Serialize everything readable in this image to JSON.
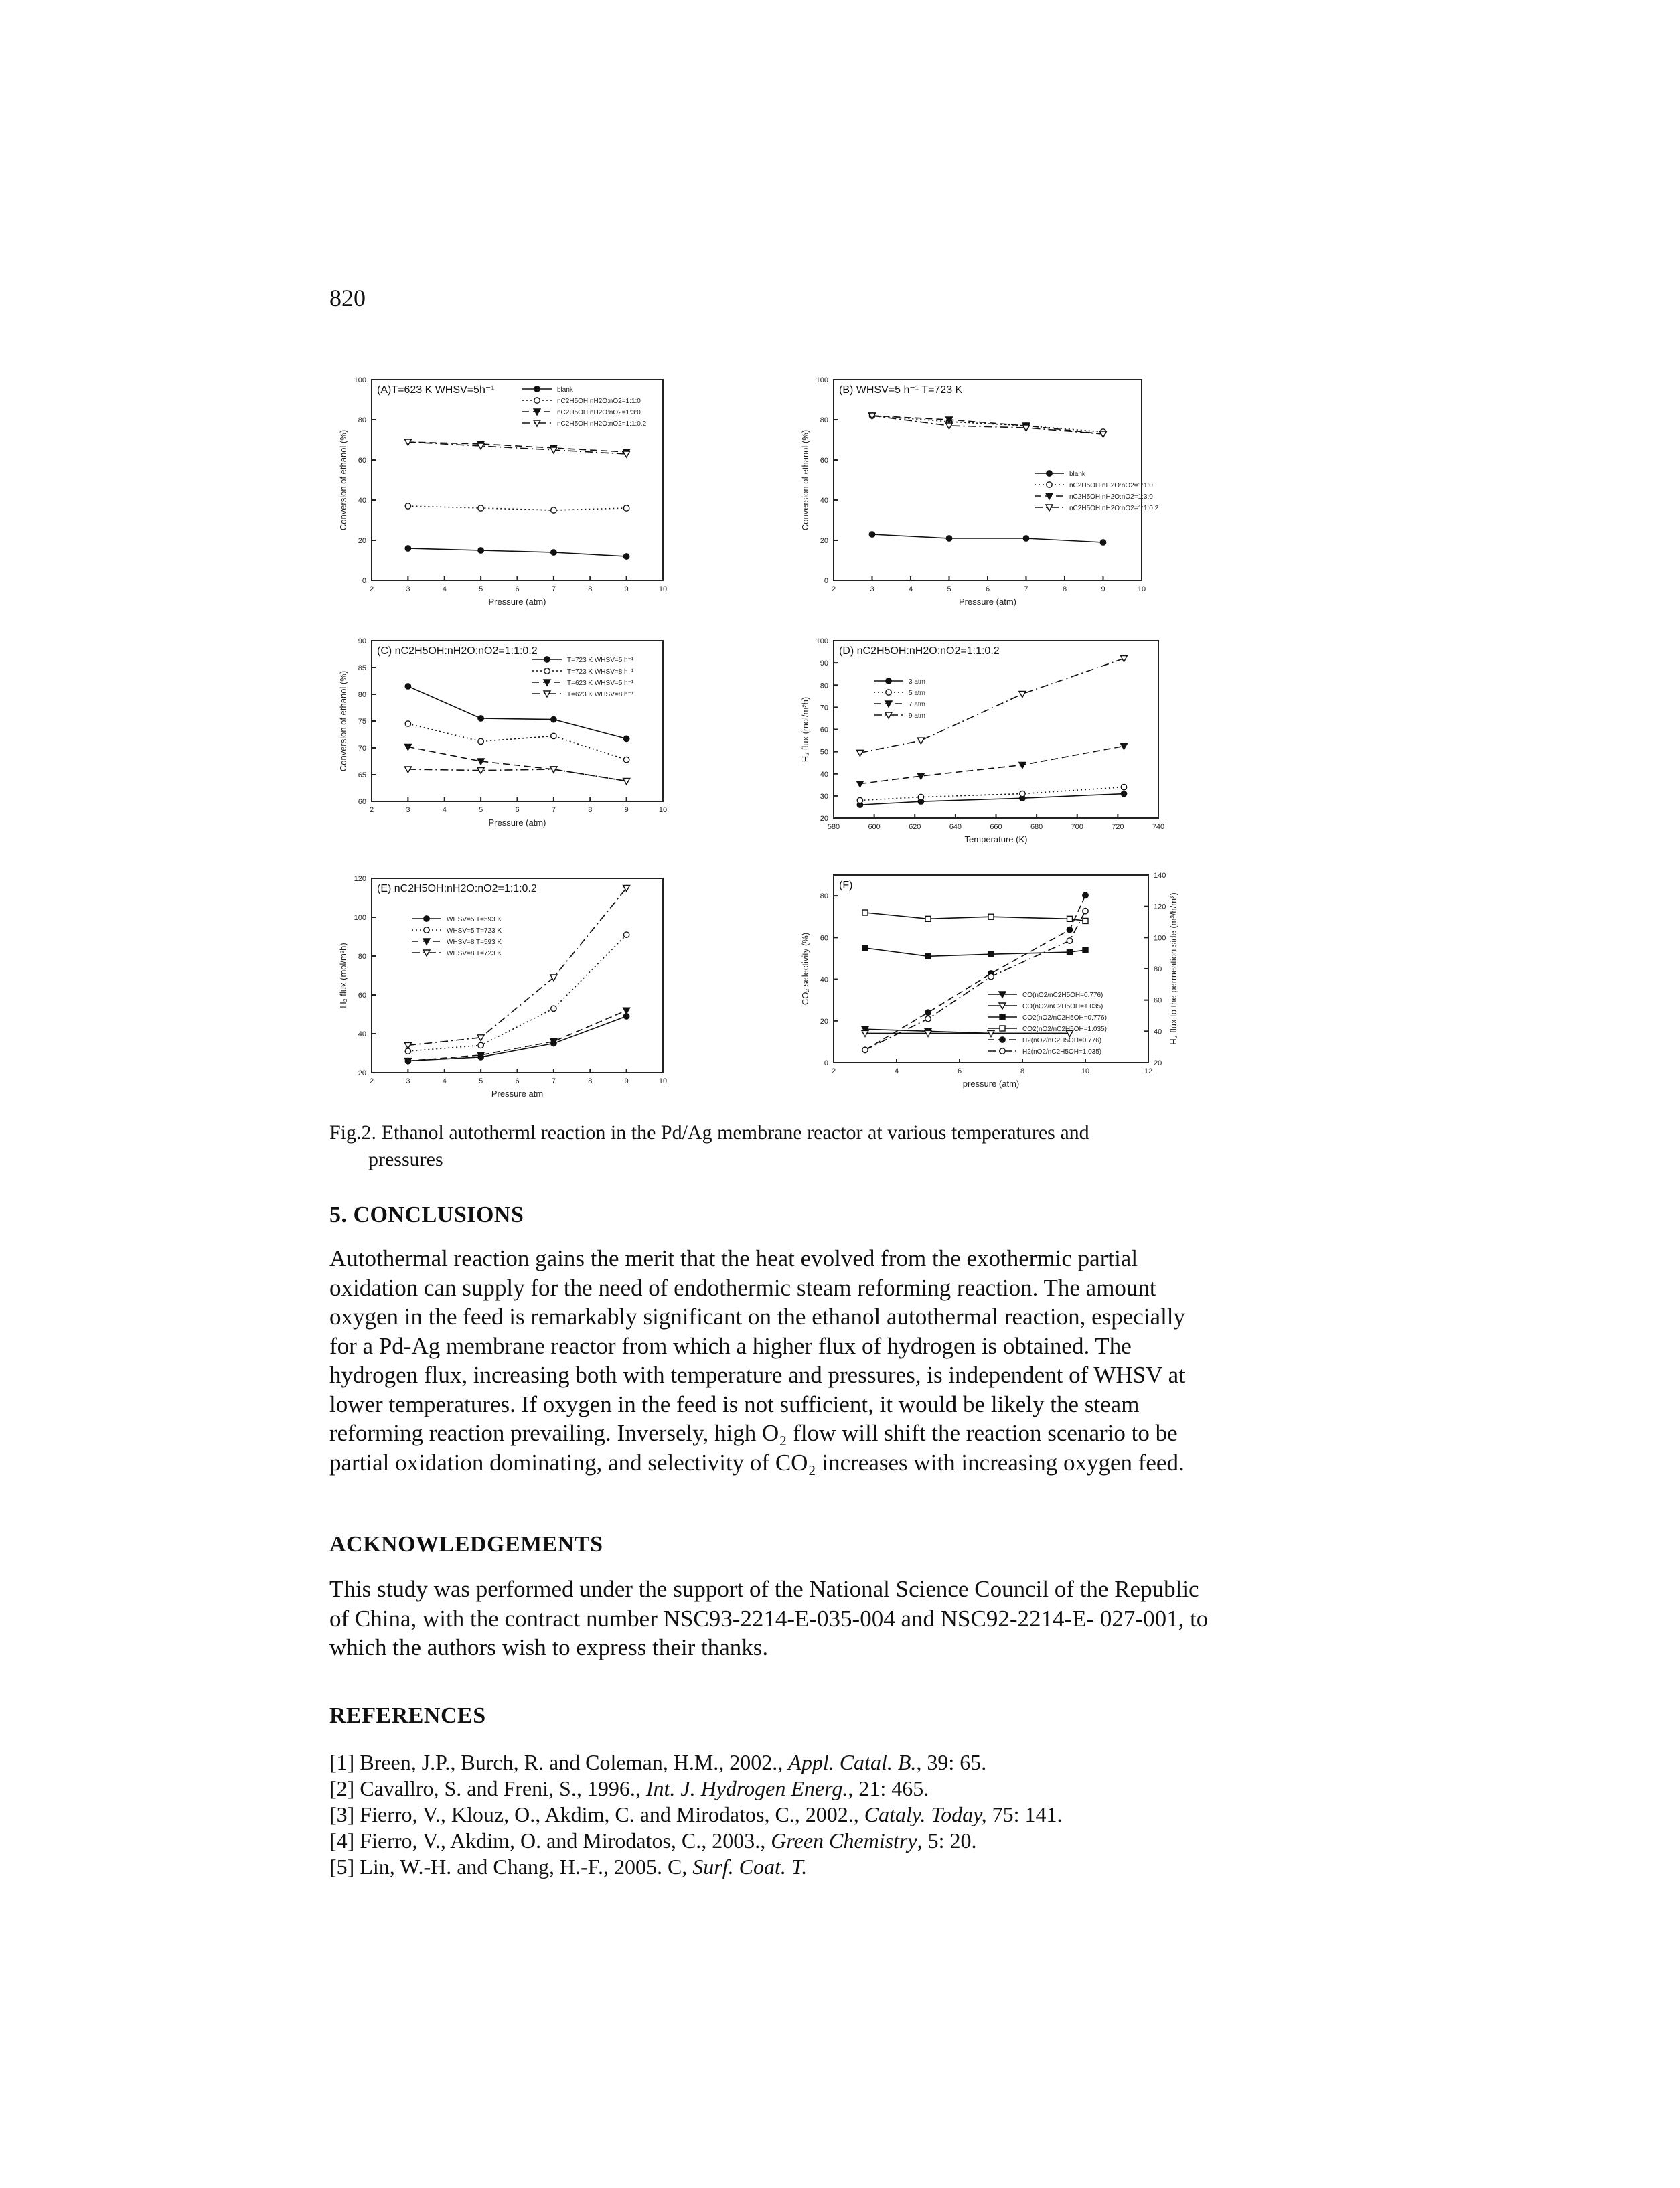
{
  "page_number": "820",
  "colors": {
    "ink": "#111111",
    "axis": "#222222"
  },
  "figure": {
    "caption_label": "Fig.2.",
    "caption_text": "Ethanol autotherml reaction in the Pd/Ag membrane reactor at various temperatures and",
    "caption_text2": "pressures"
  },
  "chart_data": [
    {
      "id": "A",
      "type": "line",
      "title": "(A)T=623 K   WHSV=5h⁻¹",
      "xlabel": "Pressure (atm)",
      "ylabel": "Conversion of ethanol (%)",
      "xlim": [
        2,
        10
      ],
      "ylim": [
        0,
        100
      ],
      "xticks": [
        2,
        3,
        4,
        5,
        6,
        7,
        8,
        9,
        10
      ],
      "yticks": [
        0,
        20,
        40,
        60,
        80,
        100
      ],
      "legend_position": "top-right",
      "series": [
        {
          "name": "blank",
          "marker": "filled-circle",
          "dash": "solid",
          "x": [
            3,
            5,
            7,
            9
          ],
          "y": [
            16,
            15,
            14,
            12
          ]
        },
        {
          "name": "nC2H5OH:nH2O:nO2=1:1:0",
          "marker": "open-circle",
          "dash": "dotted",
          "x": [
            3,
            5,
            7,
            9
          ],
          "y": [
            37,
            36,
            35,
            36
          ]
        },
        {
          "name": "nC2H5OH:nH2O:nO2=1:3:0",
          "marker": "filled-triangle",
          "dash": "dash",
          "x": [
            3,
            5,
            7,
            9
          ],
          "y": [
            69,
            68,
            66,
            64
          ]
        },
        {
          "name": "nC2H5OH:nH2O:nO2=1:1:0.2",
          "marker": "open-triangle",
          "dash": "dashdot",
          "x": [
            3,
            5,
            7,
            9
          ],
          "y": [
            69,
            67,
            65,
            63
          ]
        }
      ]
    },
    {
      "id": "B",
      "type": "line",
      "title": "(B)  WHSV=5 h⁻¹  T=723 K",
      "xlabel": "Pressure (atm)",
      "ylabel": "Conversion of ethanol (%)",
      "xlim": [
        2,
        10
      ],
      "ylim": [
        0,
        100
      ],
      "xticks": [
        2,
        3,
        4,
        5,
        6,
        7,
        8,
        9,
        10
      ],
      "yticks": [
        0,
        20,
        40,
        60,
        80,
        100
      ],
      "legend_position": "middle-right",
      "series": [
        {
          "name": "blank",
          "marker": "filled-circle",
          "dash": "solid",
          "x": [
            3,
            5,
            7,
            9
          ],
          "y": [
            23,
            21,
            21,
            19
          ]
        },
        {
          "name": "nC2H5OH:nH2O:nO2=1:1:0",
          "marker": "open-circle",
          "dash": "dotted",
          "x": [
            3,
            5,
            7,
            9
          ],
          "y": [
            82,
            79,
            77,
            74
          ]
        },
        {
          "name": "nC2H5OH:nH2O:nO2=1:3:0",
          "marker": "filled-triangle",
          "dash": "dash",
          "x": [
            3,
            5,
            7,
            9
          ],
          "y": [
            82,
            80,
            77,
            73
          ]
        },
        {
          "name": "nC2H5OH:nH2O:nO2=1:1:0.2",
          "marker": "open-triangle",
          "dash": "dashdot",
          "x": [
            3,
            5,
            7,
            9
          ],
          "y": [
            82,
            77,
            76,
            73
          ]
        }
      ]
    },
    {
      "id": "C",
      "type": "line",
      "title": "(C)  nC2H5OH:nH2O:nO2=1:1:0.2",
      "xlabel": "Pressure (atm)",
      "ylabel": "Conversion of ethanol (%)",
      "xlim": [
        2,
        10
      ],
      "ylim": [
        60,
        90
      ],
      "xticks": [
        2,
        3,
        4,
        5,
        6,
        7,
        8,
        9,
        10
      ],
      "yticks": [
        60,
        65,
        70,
        75,
        80,
        85,
        90
      ],
      "legend_position": "top-right",
      "series": [
        {
          "name": "T=723 K  WHSV=5 h⁻¹",
          "marker": "filled-circle",
          "dash": "solid",
          "x": [
            3,
            5,
            7,
            9
          ],
          "y": [
            81.5,
            75.5,
            75.3,
            71.7
          ]
        },
        {
          "name": "T=723 K  WHSV=8 h⁻¹",
          "marker": "open-circle",
          "dash": "dotted",
          "x": [
            3,
            5,
            7,
            9
          ],
          "y": [
            74.5,
            71.2,
            72.2,
            67.8
          ]
        },
        {
          "name": "T=623 K  WHSV=5 h⁻¹",
          "marker": "filled-triangle",
          "dash": "dash",
          "x": [
            3,
            5,
            7,
            9
          ],
          "y": [
            70.2,
            67.5,
            66,
            63.8
          ]
        },
        {
          "name": "T=623 K  WHSV=8 h⁻¹",
          "marker": "open-triangle",
          "dash": "dashdot",
          "x": [
            3,
            5,
            7,
            9
          ],
          "y": [
            66,
            65.8,
            66,
            63.8
          ]
        }
      ]
    },
    {
      "id": "D",
      "type": "line",
      "title": "(D)    nC2H5OH:nH2O:nO2=1:1:0.2",
      "xlabel": "Temperature (K)",
      "ylabel": "H₂ flux (mol/m²h)",
      "xlim": [
        580,
        740
      ],
      "ylim": [
        20,
        100
      ],
      "xticks": [
        580,
        600,
        620,
        640,
        660,
        680,
        700,
        720,
        740
      ],
      "yticks": [
        20,
        30,
        40,
        50,
        60,
        70,
        80,
        90,
        100
      ],
      "legend_position": "top-left",
      "series": [
        {
          "name": "3 atm",
          "marker": "filled-circle",
          "dash": "solid",
          "x": [
            593,
            623,
            673,
            723
          ],
          "y": [
            26,
            27.5,
            29,
            31
          ]
        },
        {
          "name": "5 atm",
          "marker": "open-circle",
          "dash": "dotted",
          "x": [
            593,
            623,
            673,
            723
          ],
          "y": [
            28,
            29.5,
            31,
            34
          ]
        },
        {
          "name": "7 atm",
          "marker": "filled-triangle",
          "dash": "dash",
          "x": [
            593,
            623,
            673,
            723
          ],
          "y": [
            35.5,
            39,
            44,
            52.5
          ]
        },
        {
          "name": "9 atm",
          "marker": "open-triangle",
          "dash": "dashdot",
          "x": [
            593,
            623,
            673,
            723
          ],
          "y": [
            49.5,
            55,
            76,
            92
          ]
        }
      ]
    },
    {
      "id": "E",
      "type": "line",
      "title": "(E)    nC2H5OH:nH2O:nO2=1:1:0.2",
      "xlabel": "Pressure  atm",
      "ylabel": "H₂ flux (mol/m²h)",
      "xlim": [
        2,
        10
      ],
      "ylim": [
        20,
        120
      ],
      "xticks": [
        2,
        3,
        4,
        5,
        6,
        7,
        8,
        9,
        10
      ],
      "yticks": [
        20,
        40,
        60,
        80,
        100,
        120
      ],
      "legend_position": "top-left",
      "series": [
        {
          "name": "WHSV=5  T=593 K",
          "marker": "filled-circle",
          "dash": "solid",
          "x": [
            3,
            5,
            7,
            9
          ],
          "y": [
            26,
            28,
            35,
            49
          ]
        },
        {
          "name": "WHSV=5  T=723 K",
          "marker": "open-circle",
          "dash": "dotted",
          "x": [
            3,
            5,
            7,
            9
          ],
          "y": [
            31,
            34,
            53,
            91
          ]
        },
        {
          "name": "WHSV=8  T=593 K",
          "marker": "filled-triangle",
          "dash": "dash",
          "x": [
            3,
            5,
            7,
            9
          ],
          "y": [
            26,
            29,
            36,
            52
          ]
        },
        {
          "name": "WHSV=8  T=723 K",
          "marker": "open-triangle",
          "dash": "dashdot",
          "x": [
            3,
            5,
            7,
            9
          ],
          "y": [
            34,
            38,
            69,
            115
          ]
        }
      ]
    },
    {
      "id": "F",
      "type": "line",
      "title": "(F)",
      "xlabel": "pressure (atm)",
      "ylabel": "CO₂ selectivity (%)",
      "y2label": "H₂ flux to the permeation side (m³/h/m²)",
      "xlim": [
        2,
        12
      ],
      "ylim": [
        0,
        90
      ],
      "y2lim": [
        20,
        140
      ],
      "xticks": [
        2,
        4,
        6,
        8,
        10,
        12
      ],
      "yticks": [
        0,
        20,
        40,
        60,
        80
      ],
      "y2ticks": [
        20,
        40,
        60,
        80,
        100,
        120,
        140
      ],
      "legend_position": "bottom-right",
      "series": [
        {
          "name": "CO(nO2/nC2H5OH=0.776)",
          "marker": "filled-triangle",
          "dash": "solid",
          "x": [
            3,
            5,
            7,
            9.5
          ],
          "y": [
            16,
            15,
            14,
            14
          ]
        },
        {
          "name": "CO(nO2/nC2H5OH=1.035)",
          "marker": "open-triangle",
          "dash": "solid",
          "x": [
            3,
            5,
            7,
            9.5
          ],
          "y": [
            14,
            14,
            14,
            14
          ]
        },
        {
          "name": "CO2(nO2/nC2H5OH=0.776)",
          "marker": "filled-square",
          "dash": "solid",
          "x": [
            3,
            5,
            7,
            9.5,
            10
          ],
          "y": [
            55,
            51,
            52,
            53,
            54
          ]
        },
        {
          "name": "CO2(nO2/nC2H5OH=1.035)",
          "marker": "open-square",
          "dash": "solid",
          "x": [
            3,
            5,
            7,
            9.5,
            10
          ],
          "y": [
            72,
            69,
            70,
            69,
            68
          ]
        },
        {
          "name": "H2(nO2/nC2H5OH=0.776)",
          "marker": "filled-circle",
          "dash": "dash",
          "axis": "y2",
          "x": [
            3,
            5,
            7,
            9.5,
            10
          ],
          "y": [
            28,
            52,
            77,
            105,
            127
          ]
        },
        {
          "name": "H2(nO2/nC2H5OH=1.035)",
          "marker": "open-circle",
          "dash": "dashdot",
          "axis": "y2",
          "x": [
            3,
            5,
            7,
            9.5,
            10
          ],
          "y": [
            28,
            48,
            75,
            98,
            117
          ]
        }
      ]
    }
  ],
  "section5": {
    "heading": "5.   CONCLUSIONS",
    "lines": [
      "Autothermal reaction gains the merit that the heat evolved from the exothermic partial",
      "oxidation can supply for the need of endothermic steam reforming reaction. The amount",
      "oxygen in the feed is remarkably significant on the ethanol autothermal reaction, especially",
      "for a Pd-Ag membrane reactor from which a higher flux of hydrogen is obtained. The",
      "hydrogen flux, increasing both with temperature and pressures, is independent of WHSV at",
      "lower temperatures. If oxygen in the feed is not sufficient, it would be likely the steam",
      "reforming reaction prevailing. Inversely, high O₂ flow will shift the reaction scenario to be",
      "partial oxidation dominating, and selectivity of CO₂ increases with increasing oxygen feed."
    ]
  },
  "acknowledgements": {
    "heading": "ACKNOWLEDGEMENTS",
    "lines": [
      "This study was performed under the support of the National Science Council of the Republic",
      "of China, with the contract number NSC93-2214-E-035-004 and NSC92-2214-E- 027-001, to",
      "which the authors wish to express their thanks."
    ]
  },
  "references": {
    "heading": "REFERENCES",
    "items": [
      {
        "pre": "[1] Breen, J.P., Burch, R. and Coleman, H.M., 2002., ",
        "journal": "Appl. Catal. B.",
        "post": ", 39: 65."
      },
      {
        "pre": "[2] Cavallro, S. and Freni, S., 1996., ",
        "journal": "Int. J. Hydrogen Energ.",
        "post": ", 21: 465."
      },
      {
        "pre": "[3] Fierro, V., Klouz, O., Akdim, C. and Mirodatos, C., 2002., ",
        "journal": "Cataly. Today,",
        "post": " 75: 141."
      },
      {
        "pre": "[4] Fierro, V., Akdim, O. and Mirodatos, C., 2003., ",
        "journal": "Green Chemistry",
        "post": ", 5: 20."
      },
      {
        "pre": "[5] Lin, W.-H. and Chang, H.-F., 2005. C, ",
        "journal": "Surf. Coat. T.",
        "post": ""
      }
    ]
  }
}
